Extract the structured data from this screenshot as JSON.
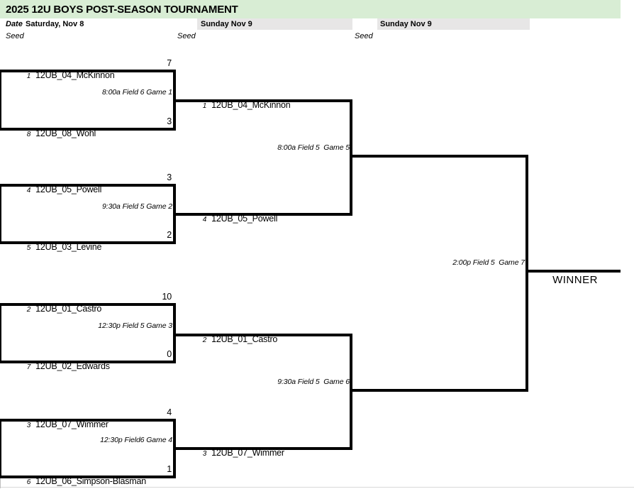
{
  "title": "2025 12U BOYS POST-SEASON TOURNAMENT",
  "header": {
    "date_label": "Date",
    "day1": "Saturday, Nov 8",
    "day2": "Sunday Nov 9",
    "day3": "Sunday Nov 9",
    "seed_label": "Seed"
  },
  "colors": {
    "title_bg": "#d8edd4",
    "day_band_bg": "#e7e6e6",
    "bracket_line": "#000000",
    "text": "#000000"
  },
  "round1": {
    "games": [
      {
        "info": "8:00a Field 6 Game 1",
        "top": {
          "seed": "1",
          "team": "12UB_04_McKinnon",
          "score": "7"
        },
        "bottom": {
          "seed": "8",
          "team": "12UB_08_Wohl",
          "score": "3"
        }
      },
      {
        "info": "9:30a Field 5 Game 2",
        "top": {
          "seed": "4",
          "team": "12UB_05_Powell",
          "score": "3"
        },
        "bottom": {
          "seed": "5",
          "team": "12UB_03_Levine",
          "score": "2"
        }
      },
      {
        "info": "12:30p Field 5 Game 3",
        "top": {
          "seed": "2",
          "team": "12UB_01_Castro",
          "score": "10"
        },
        "bottom": {
          "seed": "7",
          "team": "12UB_02_Edwards",
          "score": "0"
        }
      },
      {
        "info": "12:30p Field6 Game 4",
        "top": {
          "seed": "3",
          "team": "12UB_07_Wimmer",
          "score": "4"
        },
        "bottom": {
          "seed": "6",
          "team": "12UB_06_Simpson-Blasman",
          "score": "1"
        }
      }
    ]
  },
  "round2": {
    "games": [
      {
        "info": "8:00a Field 5  Game 5",
        "top": {
          "seed": "1",
          "team": "12UB_04_McKinnon"
        },
        "bottom": {
          "seed": "4",
          "team": "12UB_05_Powell"
        }
      },
      {
        "info": "9:30a Field 5  Game 6",
        "top": {
          "seed": "2",
          "team": "12UB_01_Castro"
        },
        "bottom": {
          "seed": "3",
          "team": "12UB_07_Wimmer"
        }
      }
    ]
  },
  "final": {
    "info": "2:00p Field 5  Game 7",
    "winner_label": "WINNER"
  }
}
